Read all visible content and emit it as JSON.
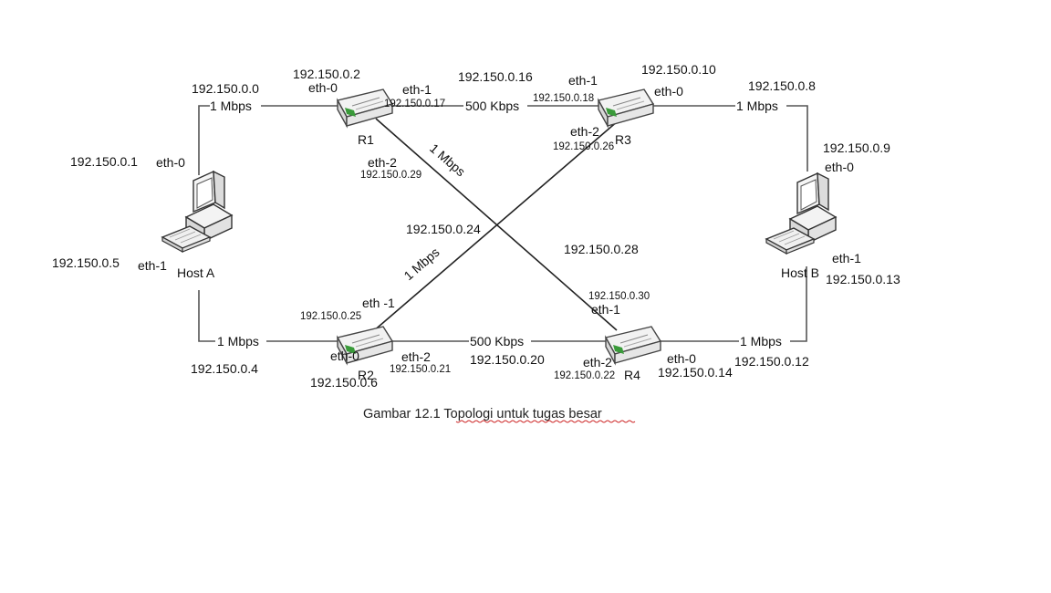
{
  "caption": "Gambar 12.1 Topologi untuk tugas besar",
  "nodes": {
    "host_a": "Host A",
    "host_b": "Host B",
    "r1": "R1",
    "r2": "R2",
    "r3": "R3",
    "r4": "R4"
  },
  "links": {
    "hostA_r1": "1 Mbps",
    "r1_r3": "500 Kbps",
    "r3_hostB": "1 Mbps",
    "hostA_r2": "1 Mbps",
    "r2_r4": "500 Kbps",
    "r4_hostB": "1 Mbps",
    "r1_r4": "1 Mbps",
    "r2_r3": "1 Mbps"
  },
  "labels": {
    "net_0_0": "192.150.0.0",
    "r1_eth0_ip": "192.150.0.2",
    "r1_eth0": "eth-0",
    "r1_eth1": "eth-1",
    "r1_eth1_ip": "192.150.0.17",
    "r1_eth2": "eth-2",
    "r1_eth2_ip": "192.150.0.29",
    "net_0_16": "192.150.0.16",
    "r3_eth1": "eth-1",
    "r3_eth1_ip": "192.150.0.18",
    "r3_eth0_ip": "192.150.0.10",
    "r3_eth0": "eth-0",
    "r3_eth2": "eth-2",
    "r3_eth2_ip": "192.150.0.26",
    "net_0_8": "192.150.0.8",
    "hostb_eth0_ip": "192.150.0.9",
    "hostb_eth0": "eth-0",
    "hosta_eth0_ip": "192.150.0.1",
    "hosta_eth0": "eth-0",
    "net_0_24": "192.150.0.24",
    "net_0_28": "192.150.0.28",
    "hosta_eth1_ip": "192.150.0.5",
    "hosta_eth1": "eth-1",
    "hostb_eth1": "eth-1",
    "hostb_eth1_ip": "192.150.0.13",
    "r4_eth1_ip": "192.150.0.30",
    "r4_eth1": "eth-1",
    "r2_eth1": "eth -1",
    "r2_eth1_ip": "192.150.0.25",
    "r2_eth0": "eth-0",
    "r2_eth2": "eth-2",
    "r2_eth2_ip": "192.150.0.21",
    "net_0_20": "192.150.0.20",
    "r4_eth2": "eth-2",
    "r4_eth2_ip": "192.150.0.22",
    "r4_eth0": "eth-0",
    "r4_eth0_ip": "192.150.0.14",
    "net_0_12": "192.150.0.12",
    "net_0_4": "192.150.0.4",
    "r2_eth0_ip": "192.150.0.6"
  },
  "colors": {
    "router_body": "#f2f2f2",
    "router_stroke": "#444444",
    "router_led": "#3a9a3a",
    "caption_underline": "#cc2222"
  }
}
